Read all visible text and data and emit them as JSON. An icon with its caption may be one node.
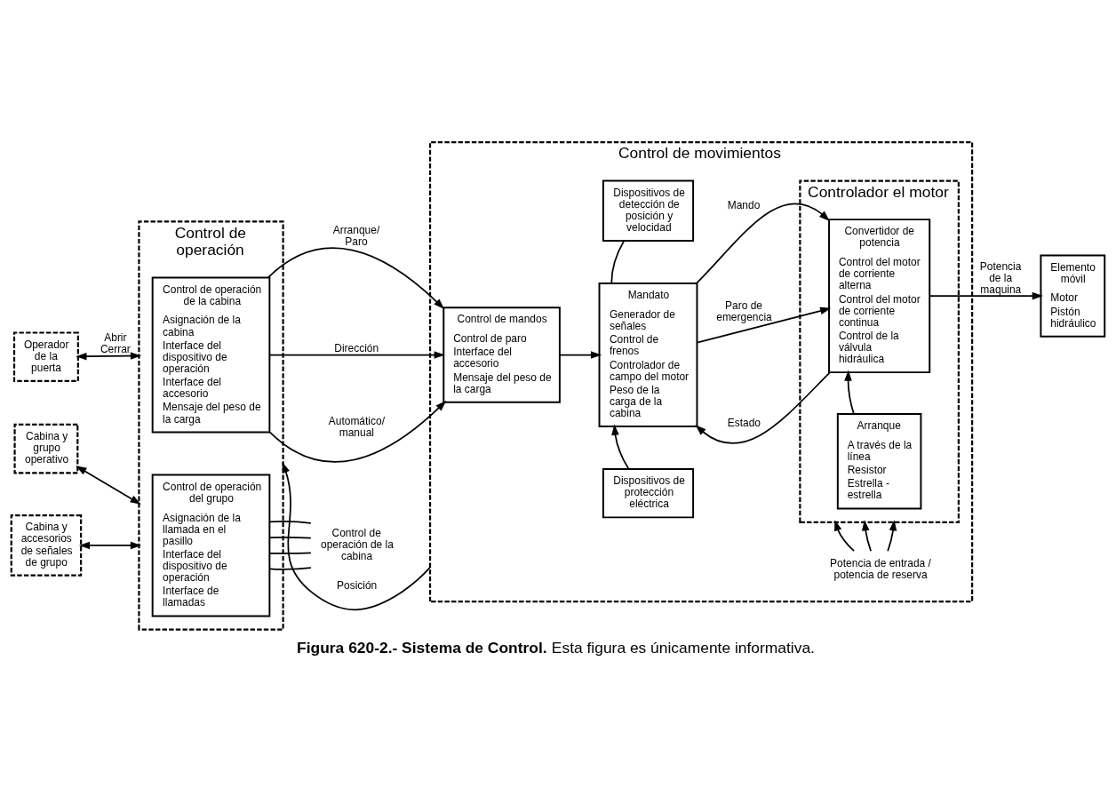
{
  "diagram": {
    "caption": "**Figura 620-2.- Sistema de Control.** Esta figura es únicamente informativa.",
    "nodes": [
      {
        "text": [
          "Control de operación"
        ]
      },
      {
        "text": [
          "Control de operación de la cabina",
          "Asignación de la cabina",
          "Interface del dispositivo de operación",
          "Interface del accesorio",
          "Mensaje del peso de la carga"
        ],
        "in": 0
      },
      {
        "text": [
          "Operador de la puerta"
        ]
      },
      {
        "text": [
          "Cabina y grupo operativo"
        ]
      },
      {
        "text": [
          "Cabina y accesorios de señales de grupo"
        ]
      },
      {
        "text": [
          "Control de operación del grupo",
          "Asignación de la llamada en el pasillo",
          "Interface del dispositivo de operación",
          "Interface de llamadas"
        ],
        "in": 0
      },
      {
        "text": [
          "Control de operación de la cabina"
        ]
      },
      {
        "text": [
          "Control de movimientos"
        ]
      },
      {
        "text": [
          "Control de mandos",
          "Control de paro",
          "Interface del accesorio",
          "Mensaje del peso de la carga"
        ],
        "in": 7
      },
      {
        "text": [
          "Dispositivos de detección de posición y velocidad"
        ],
        "in": 7
      },
      {
        "text": [
          "Mandato",
          "Generador de señales",
          "Control de frenos",
          "Controlador de campo del motor",
          "Peso de la carga de la cabina"
        ],
        "in": 7
      },
      {
        "text": [
          "Dispositivos de protección eléctrica"
        ],
        "in": 7
      },
      {
        "text": [
          "Controlador el motor"
        ],
        "in": 7
      },
      {
        "text": [
          "Convertidor de potencia",
          "Control del motor de corriente alterna",
          "Control del motor de corriente continua",
          "Control de la válvula hidráulica"
        ],
        "in": 12
      },
      {
        "text": [
          "Arranque",
          "A través de la línea",
          "Resistor",
          "Estrella - estrella"
        ],
        "in": 12
      },
      {
        "text": [
          "Elemento móvil",
          "Motor",
          "Pistón hidráulico"
        ]
      },
      {
        "text": [
          "Potencia de entrada / potencia de reserva"
        ],
        "in": 7
      }
    ],
    "edges": [
      {
        "from": 2,
        "to": 0,
        "arrow": "both",
        "label": "Abrir Cerrar"
      },
      {
        "from": 3,
        "to": 0,
        "arrow": "both"
      },
      {
        "from": 4,
        "to": 0,
        "arrow": "both"
      },
      {
        "from": 7,
        "to": 0,
        "arrow": "to",
        "label": "Posición"
      },
      {
        "from": 1,
        "to": 8,
        "arrow": "to",
        "label": "Arranque/ Paro"
      },
      {
        "from": 1,
        "to": 8,
        "arrow": "to",
        "label": "Dirección"
      },
      {
        "from": 1,
        "to": 8,
        "arrow": "to",
        "label": "Automático/ manual"
      },
      {
        "from": 5,
        "to": 6,
        "arrow": "none"
      },
      {
        "from": 5,
        "to": 6,
        "arrow": "none"
      },
      {
        "from": 5,
        "to": 6,
        "arrow": "none"
      },
      {
        "from": 5,
        "to": 6,
        "arrow": "none"
      },
      {
        "from": 8,
        "to": 10,
        "arrow": "to"
      },
      {
        "from": 9,
        "to": 10,
        "arrow": "none"
      },
      {
        "from": 11,
        "to": 10,
        "arrow": "to"
      },
      {
        "from": 10,
        "to": 13,
        "arrow": "to",
        "label": "Mando"
      },
      {
        "from": 10,
        "to": 13,
        "arrow": "to",
        "label": "Paro de emergencia"
      },
      {
        "from": 13,
        "to": 10,
        "arrow": "to",
        "label": "Estado"
      },
      {
        "from": 14,
        "to": 13,
        "arrow": "to"
      },
      {
        "from": 13,
        "to": 15,
        "arrow": "to",
        "label": "Potencia de la maquina"
      },
      {
        "from": 16,
        "to": 12,
        "arrow": "to"
      },
      {
        "from": 16,
        "to": 12,
        "arrow": "to"
      },
      {
        "from": 16,
        "to": 12,
        "arrow": "to"
      }
    ]
  }
}
